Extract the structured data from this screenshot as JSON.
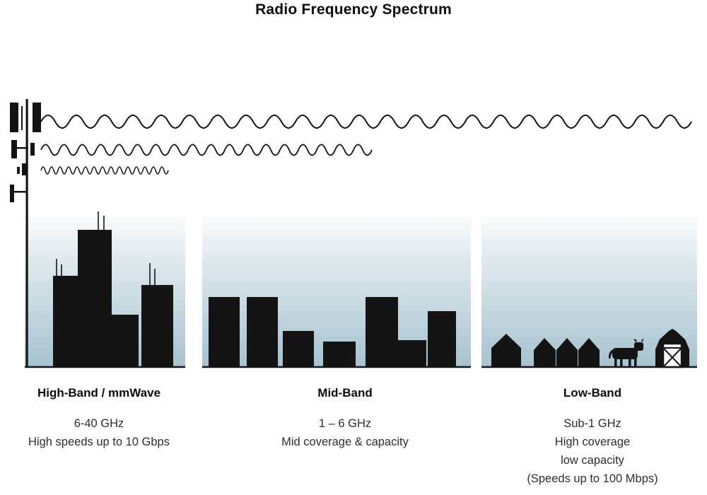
{
  "title": "Radio Frequency Spectrum",
  "bands": [
    {
      "label": "High-Band / mmWave",
      "lines": [
        "6-40 GHz",
        "High speeds up to 10 Gbps"
      ]
    },
    {
      "label": "Mid-Band",
      "lines": [
        "1 – 6 GHz",
        "Mid coverage & capacity"
      ]
    },
    {
      "label": "Low-Band",
      "lines": [
        "Sub-1 GHz",
        "High coverage",
        "low capacity",
        "(Speeds up to 100 Mbps)"
      ]
    }
  ],
  "waves": [
    {
      "name": "low-frequency-long-range-wave"
    },
    {
      "name": "mid-frequency-mid-range-wave"
    },
    {
      "name": "high-frequency-short-range-wave"
    }
  ],
  "colors": {
    "ink": "#141414",
    "sky_top": "#ffffff",
    "sky_bottom": "#a7c2cf"
  }
}
